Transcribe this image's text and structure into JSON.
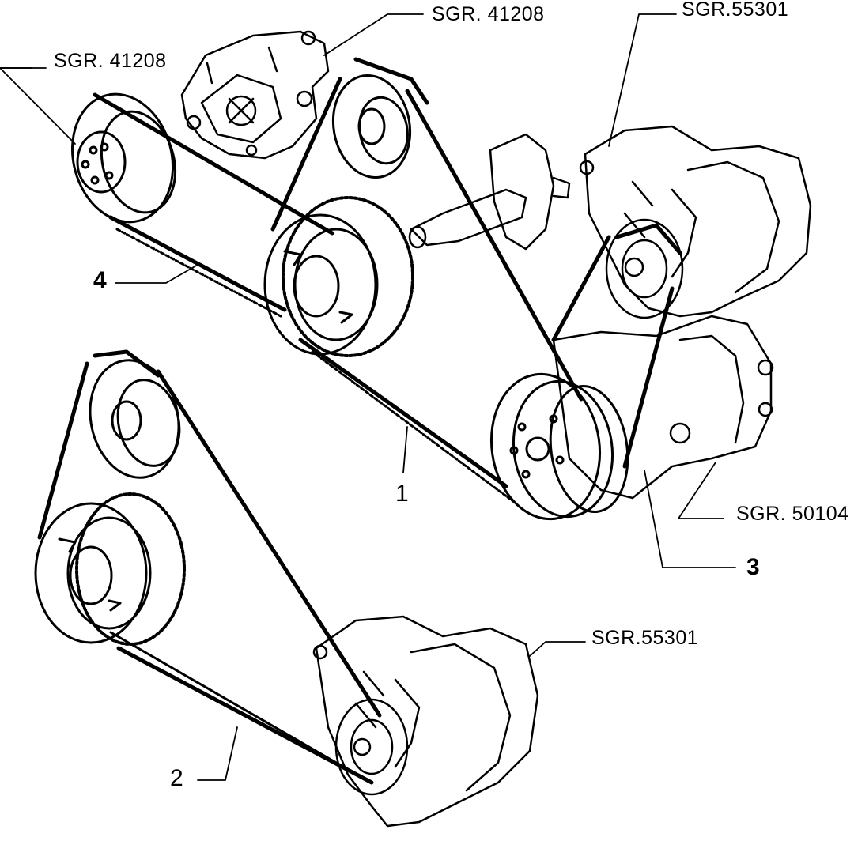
{
  "labels": {
    "ref_water_pump": "SGR. 41208",
    "ref_left_pulley": "SGR. 41208",
    "ref_alternator_top": "SGR.55301",
    "ref_compressor": "SGR. 50104",
    "ref_alternator_bottom": "SGR.55301"
  },
  "callouts": {
    "belt_1": "1",
    "belt_2": "2",
    "belt_3": "3",
    "belt_4": "4"
  },
  "colors": {
    "ink": "#000000",
    "paper": "#ffffff"
  }
}
